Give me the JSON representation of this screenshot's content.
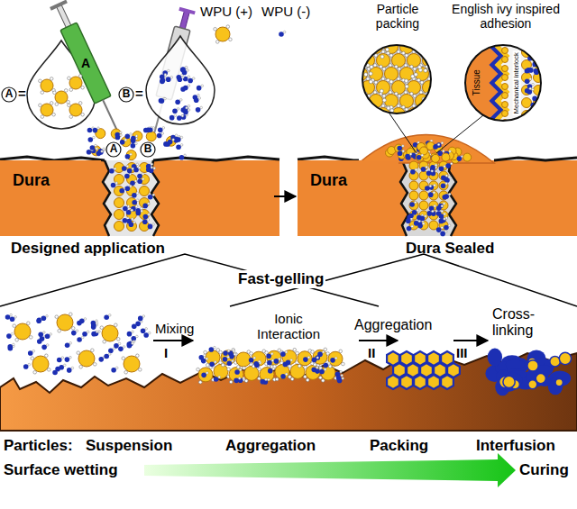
{
  "diagram": {
    "nodes": [
      {
        "text": [
          "Dura"
        ]
      },
      {
        "text": [
          "Dura"
        ]
      }
    ],
    "labels": [
      "WPU (+)",
      "WPU (-)",
      "A",
      "A",
      "=",
      "A",
      "B",
      "B",
      "=",
      "Particle packing",
      "English ivy inspired adhesion",
      "Tissue",
      "Mechanical interlock",
      "Designed application",
      "Dura Sealed",
      "Fast-gelling",
      "Mixing",
      "I",
      "Ionic Interaction",
      "Aggregation",
      "II",
      "Cross-linking",
      "III",
      "Particles:",
      "Suspension",
      "Aggregation",
      "Packing",
      "Interfusion",
      "Surface wetting",
      "Curing"
    ]
  }
}
